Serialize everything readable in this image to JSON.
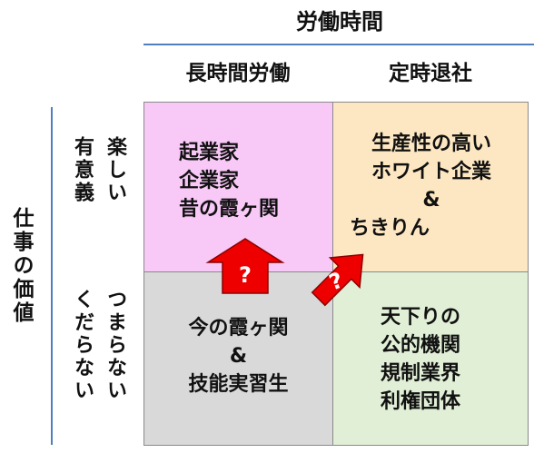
{
  "header": {
    "top_label": "労働時間"
  },
  "columns": [
    "長時間労働",
    "定時退社"
  ],
  "side": {
    "axis_label": "仕事の価値",
    "top_row": [
      "楽しい",
      "有意義"
    ],
    "bottom_row": [
      "つまらない",
      "くだらない"
    ]
  },
  "cells": {
    "top_left": [
      "起業家",
      "企業家",
      "昔の霞ヶ関"
    ],
    "top_right": [
      "生産性の高い",
      "ホワイト企業",
      "&",
      "ちきりん"
    ],
    "bottom_left": [
      "今の霞ヶ関",
      "&",
      "技能実習生"
    ],
    "bottom_right": [
      "天下りの",
      "公的機関",
      "規制業界",
      "利権団体"
    ]
  },
  "arrows": {
    "symbol": "?"
  },
  "colors": {
    "top_left": "#f8c8f6",
    "top_right": "#fde7c2",
    "bottom_left": "#d9d9d9",
    "bottom_right": "#e1efd6",
    "arrow_fill": "#ee0000",
    "axis_line": "#4f7fbd"
  }
}
